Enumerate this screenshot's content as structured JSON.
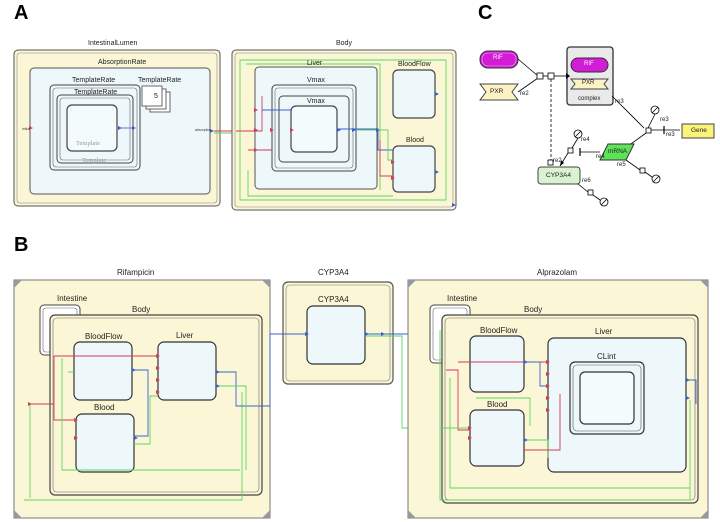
{
  "panels": {
    "a": "A",
    "b": "B",
    "c": "C"
  },
  "panel_a": {
    "outer": "IntestinalLumen",
    "absorption": "AbsorptionRate",
    "template_rate_1": "TemplateRate",
    "template_rate_2": "TemplateRate",
    "template_rate_stack": "TemplateRate",
    "stack_count": "5",
    "template_1": "Template",
    "template_2": "Template",
    "body": "Body",
    "liver": "Liver",
    "vmax_outer": "Vmax",
    "vmax_inner": "Vmax",
    "blood_flow": "BloodFlow",
    "blood": "Blood"
  },
  "panel_b": {
    "rifampicin": {
      "title": "Rifampicin",
      "intestine": "Intestine",
      "body": "Body",
      "blood_flow": "BloodFlow",
      "liver": "Liver",
      "blood": "Blood"
    },
    "cyp3a4": {
      "title": "CYP3A4",
      "inner": "CYP3A4"
    },
    "alprazolam": {
      "title": "Alprazolam",
      "intestine": "Intestine",
      "body": "Body",
      "blood_flow": "BloodFlow",
      "liver": "Liver",
      "clint": "CLint",
      "blood": "Blood"
    }
  },
  "panel_c": {
    "rif_1": "RIF",
    "pxr_1": "PXR",
    "re2": "re2",
    "rif_complex": "RIF",
    "pxr_complex": "PXR",
    "complex": "complex",
    "re3_a": "re3",
    "re3_b": "re3",
    "re3_c": "re3",
    "gene": "Gene",
    "re4_a": "re4",
    "re4_b": "re4",
    "mrna": "mRNA",
    "re5": "re5",
    "re2_b": "re2",
    "cyp3a4": "CYP3A4",
    "re6": "re6"
  },
  "colors": {
    "frame_fill": "#fbf7d6",
    "inner_fill": "#eef8fb",
    "magenta": "#d21cd6",
    "pxr_fill": "#fbf2c6",
    "gene_fill": "#fbf37a",
    "mrna_fill": "#5fe25a",
    "cyp_fill": "#d9f2d2",
    "red_link": "#d23a5a",
    "green_link": "#5ed65e",
    "blue_link": "#3a5fd2"
  }
}
